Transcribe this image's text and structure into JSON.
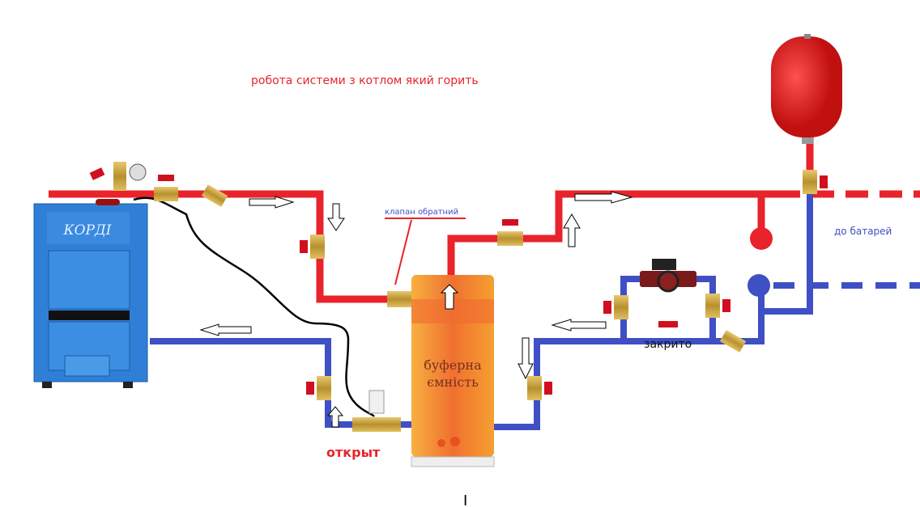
{
  "title": "робота системи з котлом який горить",
  "labels": {
    "check_valve": "клапан обратний",
    "to_radiators": "до батарей",
    "closed": "закрито",
    "buffer_line1": "буферна",
    "buffer_line2": "ємність",
    "open": "открыт",
    "cursor": "I",
    "boiler_brand": "КОРДІ"
  },
  "colors": {
    "hot": "#e8232b",
    "cold": "#3f4fc4",
    "boiler": "#2f7fd6",
    "tank": "#f5a030",
    "brass": "#c9a040"
  }
}
